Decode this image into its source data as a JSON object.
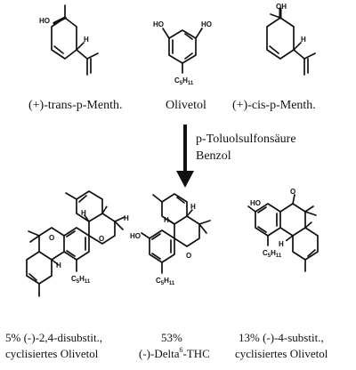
{
  "reactants": [
    {
      "name": "(+)-trans-p-Menth."
    },
    {
      "name": "Olivetol"
    },
    {
      "name": "(+)-cis-p-Menth."
    }
  ],
  "reaction": {
    "reagent": "p-Toluolsulfonsäure",
    "solvent": "Benzol"
  },
  "atom_labels": {
    "hydroxyl": "HO",
    "hydroxyl_cis": "OH",
    "hydrogen": "H",
    "oxygen": "O",
    "pentyl_c": "C",
    "pentyl_sub": "5",
    "pentyl_h": "H",
    "pentyl_sub2": "11"
  },
  "products": [
    {
      "yield": "5%",
      "line1": "(-)-2,4-disubstit.,",
      "line2": "cyclisiertes Olivetol"
    },
    {
      "yield": "53%",
      "prefix": "(-)-Delta",
      "sup": "6",
      "suffix": "-THC"
    },
    {
      "yield": "13%",
      "line1": "(-)-4-substit.,",
      "line2": "cyclisiertes Olivetol"
    }
  ]
}
